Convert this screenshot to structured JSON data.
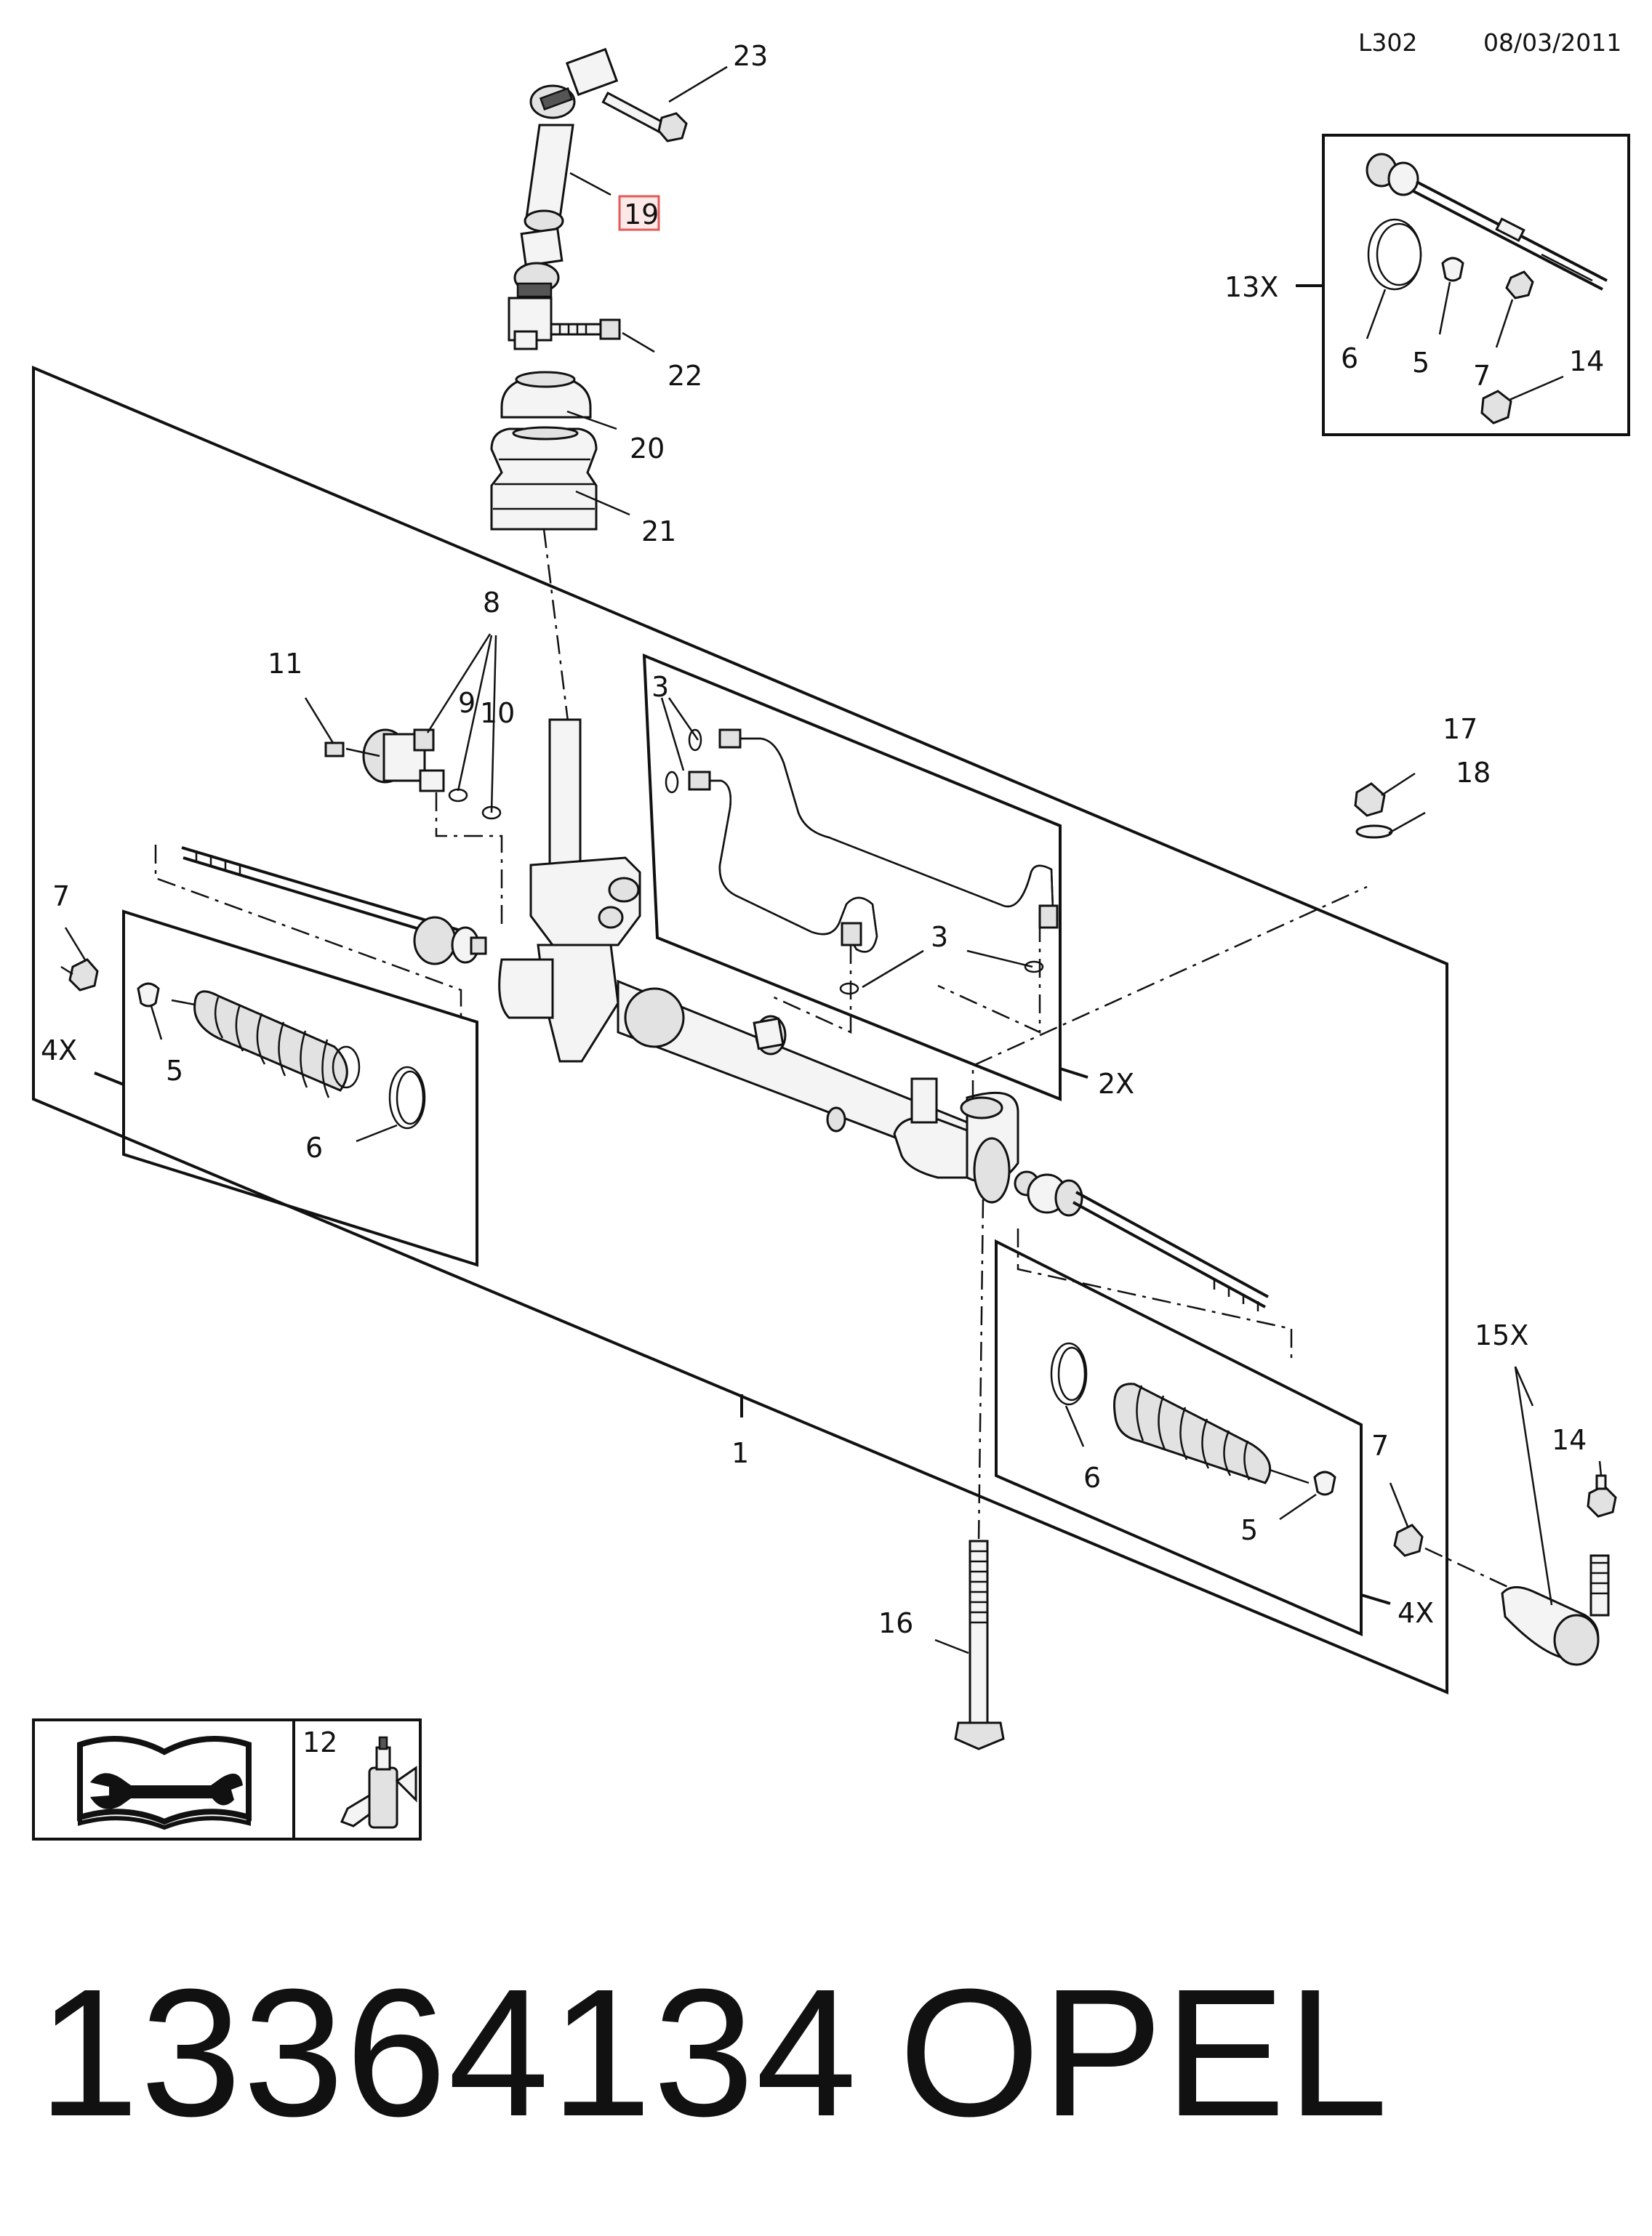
{
  "header": {
    "page_code": "L302",
    "date": "08/03/2011"
  },
  "footer": {
    "part_number": "13364134",
    "brand": "OPEL"
  },
  "legend": {
    "tool_number": "12"
  },
  "colors": {
    "highlight_border": "#e05a5a",
    "highlight_fill": "#fde8e8",
    "ink": "#111111"
  },
  "callouts": {
    "c1": "1",
    "c2x": "2X",
    "c3a": "3",
    "c3b": "3",
    "c4x_left": "4X",
    "c4x_right": "4X",
    "c5_left": "5",
    "c5_right": "5",
    "c5_inset": "5",
    "c6_left": "6",
    "c6_right": "6",
    "c6_inset": "6",
    "c7_left": "7",
    "c7_right": "7",
    "c7_inset": "7",
    "c8": "8",
    "c9": "9",
    "c10": "10",
    "c11": "11",
    "c13x": "13X",
    "c14_inset": "14",
    "c14_right": "14",
    "c15x": "15X",
    "c16": "16",
    "c17": "17",
    "c18": "18",
    "c19": "19",
    "c20": "20",
    "c21": "21",
    "c22": "22",
    "c23": "23"
  }
}
